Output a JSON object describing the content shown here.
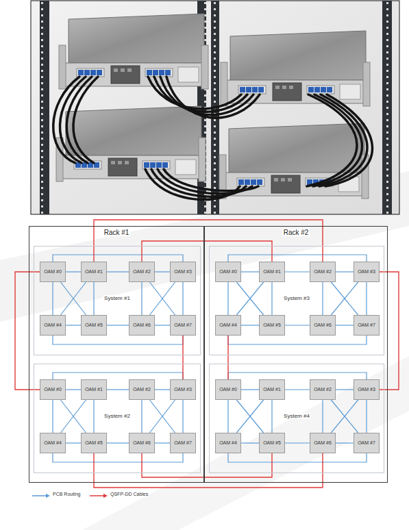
{
  "diagram": {
    "nodes": [
      {
        "text": [
          "Rack #1"
        ]
      },
      {
        "text": [
          "System #1"
        ],
        "in": 0
      },
      {
        "text": [
          "OAM #0"
        ],
        "in": 1
      },
      {
        "text": [
          "OAM #1"
        ],
        "in": 1
      },
      {
        "text": [
          "OAM #2"
        ],
        "in": 1
      },
      {
        "text": [
          "OAM #3"
        ],
        "in": 1
      },
      {
        "text": [
          "OAM #4"
        ],
        "in": 1
      },
      {
        "text": [
          "OAM #5"
        ],
        "in": 1
      },
      {
        "text": [
          "OAM #6"
        ],
        "in": 1
      },
      {
        "text": [
          "OAM #7"
        ],
        "in": 1
      },
      {
        "text": [
          "System #2"
        ],
        "in": 0
      },
      {
        "text": [
          "OAM #0"
        ],
        "in": 10
      },
      {
        "text": [
          "OAM #1"
        ],
        "in": 10
      },
      {
        "text": [
          "OAM #2"
        ],
        "in": 10
      },
      {
        "text": [
          "OAM #3"
        ],
        "in": 10
      },
      {
        "text": [
          "OAM #4"
        ],
        "in": 10
      },
      {
        "text": [
          "OAM #5"
        ],
        "in": 10
      },
      {
        "text": [
          "OAM #6"
        ],
        "in": 10
      },
      {
        "text": [
          "OAM #7"
        ],
        "in": 10
      },
      {
        "text": [
          "Rack #2"
        ]
      },
      {
        "text": [
          "System #3"
        ],
        "in": 19
      },
      {
        "text": [
          "OAM #0"
        ],
        "in": 20
      },
      {
        "text": [
          "OAM #1"
        ],
        "in": 20
      },
      {
        "text": [
          "OAM #2"
        ],
        "in": 20
      },
      {
        "text": [
          "OAM #3"
        ],
        "in": 20
      },
      {
        "text": [
          "OAM #4"
        ],
        "in": 20
      },
      {
        "text": [
          "OAM #5"
        ],
        "in": 20
      },
      {
        "text": [
          "OAM #6"
        ],
        "in": 20
      },
      {
        "text": [
          "OAM #7"
        ],
        "in": 20
      },
      {
        "text": [
          "System #4"
        ],
        "in": 19
      },
      {
        "text": [
          "OAM #0"
        ],
        "in": 29
      },
      {
        "text": [
          "OAM #1"
        ],
        "in": 29
      },
      {
        "text": [
          "OAM #2"
        ],
        "in": 29
      },
      {
        "text": [
          "OAM #3"
        ],
        "in": 29
      },
      {
        "text": [
          "OAM #4"
        ],
        "in": 29
      },
      {
        "text": [
          "OAM #5"
        ],
        "in": 29
      },
      {
        "text": [
          "OAM #6"
        ],
        "in": 29
      },
      {
        "text": [
          "OAM #7"
        ],
        "in": 29
      }
    ],
    "edges": [
      {
        "from": 2,
        "to": 3,
        "arrow": "none"
      },
      {
        "from": 6,
        "to": 7,
        "arrow": "none"
      },
      {
        "from": 2,
        "to": 6,
        "arrow": "none"
      },
      {
        "from": 3,
        "to": 7,
        "arrow": "none"
      },
      {
        "from": 2,
        "to": 7,
        "arrow": "none"
      },
      {
        "from": 3,
        "to": 6,
        "arrow": "none"
      },
      {
        "from": 4,
        "to": 5,
        "arrow": "none"
      },
      {
        "from": 8,
        "to": 9,
        "arrow": "none"
      },
      {
        "from": 4,
        "to": 8,
        "arrow": "none"
      },
      {
        "from": 5,
        "to": 9,
        "arrow": "none"
      },
      {
        "from": 4,
        "to": 9,
        "arrow": "none"
      },
      {
        "from": 5,
        "to": 8,
        "arrow": "none"
      },
      {
        "from": 3,
        "to": 4,
        "arrow": "none"
      },
      {
        "from": 7,
        "to": 8,
        "arrow": "none"
      },
      {
        "from": 2,
        "to": 5,
        "arrow": "none"
      },
      {
        "from": 6,
        "to": 9,
        "arrow": "none"
      },
      {
        "from": 11,
        "to": 12,
        "arrow": "none"
      },
      {
        "from": 15,
        "to": 16,
        "arrow": "none"
      },
      {
        "from": 11,
        "to": 15,
        "arrow": "none"
      },
      {
        "from": 12,
        "to": 16,
        "arrow": "none"
      },
      {
        "from": 11,
        "to": 16,
        "arrow": "none"
      },
      {
        "from": 12,
        "to": 15,
        "arrow": "none"
      },
      {
        "from": 13,
        "to": 14,
        "arrow": "none"
      },
      {
        "from": 17,
        "to": 18,
        "arrow": "none"
      },
      {
        "from": 13,
        "to": 17,
        "arrow": "none"
      },
      {
        "from": 14,
        "to": 18,
        "arrow": "none"
      },
      {
        "from": 13,
        "to": 18,
        "arrow": "none"
      },
      {
        "from": 14,
        "to": 17,
        "arrow": "none"
      },
      {
        "from": 12,
        "to": 13,
        "arrow": "none"
      },
      {
        "from": 16,
        "to": 17,
        "arrow": "none"
      },
      {
        "from": 11,
        "to": 14,
        "arrow": "none"
      },
      {
        "from": 15,
        "to": 18,
        "arrow": "none"
      },
      {
        "from": 21,
        "to": 22,
        "arrow": "none"
      },
      {
        "from": 25,
        "to": 26,
        "arrow": "none"
      },
      {
        "from": 21,
        "to": 25,
        "arrow": "none"
      },
      {
        "from": 22,
        "to": 26,
        "arrow": "none"
      },
      {
        "from": 21,
        "to": 26,
        "arrow": "none"
      },
      {
        "from": 22,
        "to": 25,
        "arrow": "none"
      },
      {
        "from": 23,
        "to": 24,
        "arrow": "none"
      },
      {
        "from": 27,
        "to": 28,
        "arrow": "none"
      },
      {
        "from": 23,
        "to": 27,
        "arrow": "none"
      },
      {
        "from": 24,
        "to": 28,
        "arrow": "none"
      },
      {
        "from": 23,
        "to": 28,
        "arrow": "none"
      },
      {
        "from": 24,
        "to": 27,
        "arrow": "none"
      },
      {
        "from": 22,
        "to": 23,
        "arrow": "none"
      },
      {
        "from": 26,
        "to": 27,
        "arrow": "none"
      },
      {
        "from": 21,
        "to": 24,
        "arrow": "none"
      },
      {
        "from": 25,
        "to": 28,
        "arrow": "none"
      },
      {
        "from": 30,
        "to": 31,
        "arrow": "none"
      },
      {
        "from": 34,
        "to": 35,
        "arrow": "none"
      },
      {
        "from": 30,
        "to": 34,
        "arrow": "none"
      },
      {
        "from": 31,
        "to": 35,
        "arrow": "none"
      },
      {
        "from": 30,
        "to": 35,
        "arrow": "none"
      },
      {
        "from": 31,
        "to": 34,
        "arrow": "none"
      },
      {
        "from": 32,
        "to": 33,
        "arrow": "none"
      },
      {
        "from": 36,
        "to": 37,
        "arrow": "none"
      },
      {
        "from": 32,
        "to": 36,
        "arrow": "none"
      },
      {
        "from": 33,
        "to": 37,
        "arrow": "none"
      },
      {
        "from": 32,
        "to": 37,
        "arrow": "none"
      },
      {
        "from": 33,
        "to": 36,
        "arrow": "none"
      },
      {
        "from": 31,
        "to": 32,
        "arrow": "none"
      },
      {
        "from": 35,
        "to": 36,
        "arrow": "none"
      },
      {
        "from": 30,
        "to": 33,
        "arrow": "none"
      },
      {
        "from": 34,
        "to": 37,
        "arrow": "none"
      },
      {
        "from": 2,
        "to": 11,
        "arrow": "none"
      },
      {
        "from": 24,
        "to": 33,
        "arrow": "none"
      },
      {
        "from": 3,
        "to": 23,
        "arrow": "none"
      },
      {
        "from": 4,
        "to": 22,
        "arrow": "none"
      },
      {
        "from": 17,
        "to": 35,
        "arrow": "none"
      },
      {
        "from": 16,
        "to": 36,
        "arrow": "none"
      },
      {
        "from": 9,
        "to": 14,
        "arrow": "none"
      },
      {
        "from": 25,
        "to": 30,
        "arrow": "none"
      }
    ],
    "legend": [
      {
        "text": "PCB Routing"
      },
      {
        "text": "QSFP-DD Cables"
      }
    ]
  }
}
